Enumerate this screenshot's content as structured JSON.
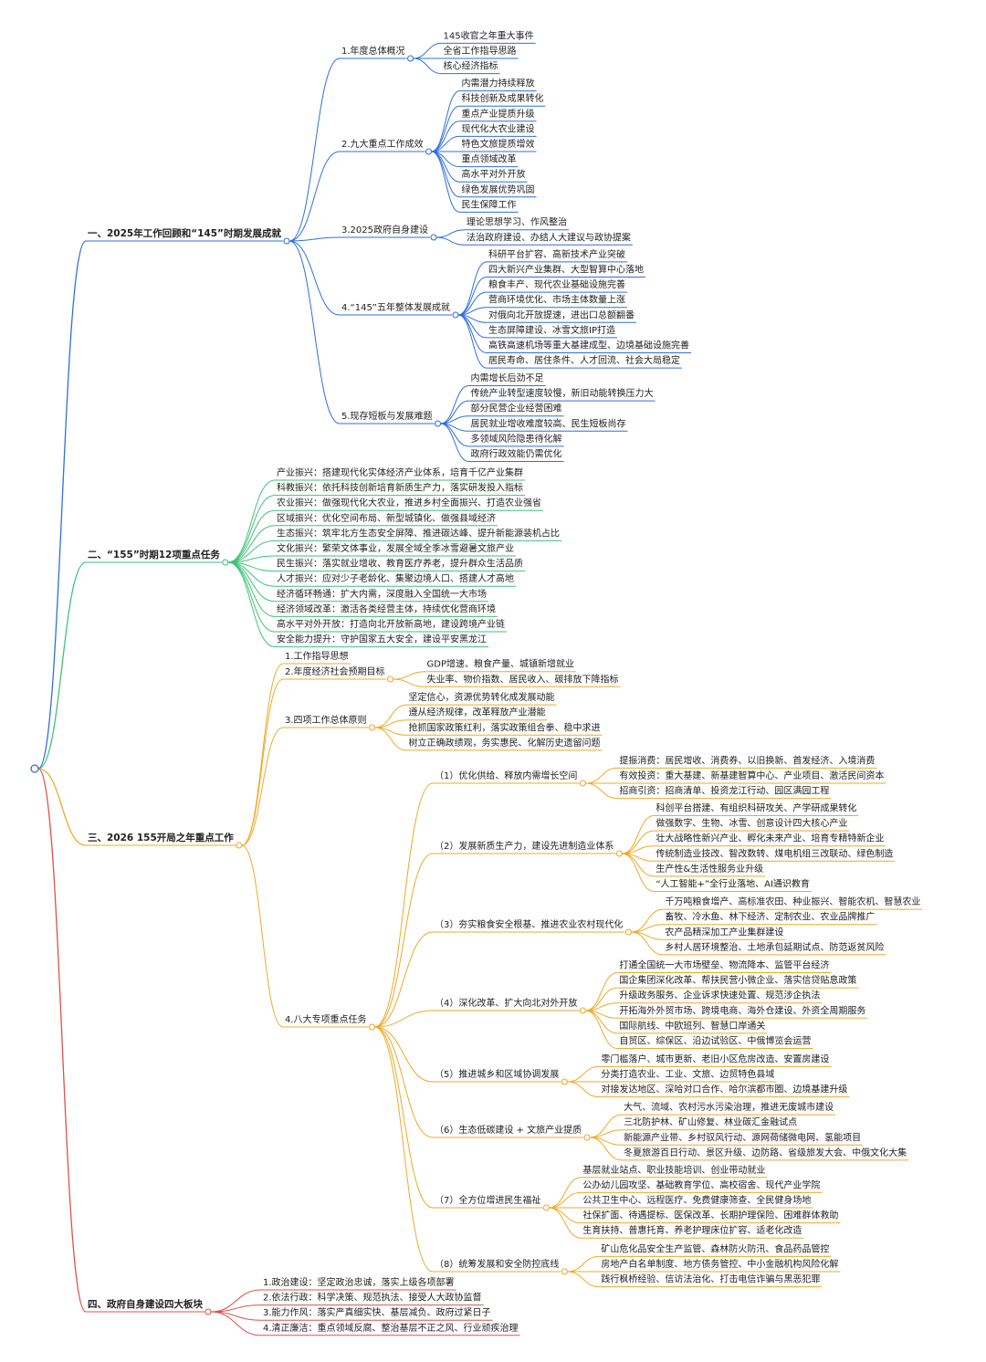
{
  "colors": {
    "branch_1": "#2f6fe0",
    "branch_2": "#3fc27a",
    "branch_3": "#f0a928",
    "branch_4": "#e0504a"
  },
  "sections": [
    {
      "label": "一、2025年工作回顾和“145”时期发展成就",
      "children": [
        {
          "label": "1.年度总体概况",
          "children": [
            "145收官之年重大事件",
            "全省工作指导思路",
            "核心经济指标"
          ]
        },
        {
          "label": "2.九大重点工作成效",
          "children": [
            "内需潜力持续释放",
            "科技创新及成果转化",
            "重点产业提质升级",
            "现代化大农业建设",
            "特色文旅提质增效",
            "重点领域改革",
            "高水平对外开放",
            "绿色发展优势巩固",
            "民生保障工作"
          ]
        },
        {
          "label": "3.2025政府自身建设",
          "children": [
            "理论思想学习、作风整治",
            "法治政府建设、办结人大建议与政协提案"
          ]
        },
        {
          "label": "4.“145”五年整体发展成就",
          "children": [
            "科研平台扩容、高新技术产业突破",
            "四大新兴产业集群、大型智算中心落地",
            "粮食丰产、现代农业基础设施完善",
            "营商环境优化、市场主体数量上涨",
            "对俄向北开放提速，进出口总额翻番",
            "生态屏障建设、冰雪文旅IP打造",
            "高铁高速机场等重大基建成型、边境基础设施完善",
            "居民寿命、居住条件、人才回流、社会大局稳定"
          ]
        },
        {
          "label": "5.现存短板与发展难题",
          "children": [
            "内需增长后劲不足",
            "传统产业转型速度较慢，新旧动能转换压力大",
            "部分民营企业经营困难",
            "居民就业增收难度较高、民生短板尚存",
            "多领域风险隐患待化解",
            "政府行政效能仍需优化"
          ]
        }
      ]
    },
    {
      "label": "二、“155”时期12项重点任务",
      "children": [
        {
          "label": "产业振兴：搭建现代化实体经济产业体系，培育千亿产业集群"
        },
        {
          "label": "科教振兴：依托科技创新培育新质生产力，落实研发投入指标"
        },
        {
          "label": "农业振兴：做强现代化大农业，推进乡村全面振兴、打造农业强省"
        },
        {
          "label": "区域振兴：优化空间布局、新型城镇化、做强县域经济"
        },
        {
          "label": "生态振兴：筑牢北方生态安全屏障、推进碳达峰、提升新能源装机占比"
        },
        {
          "label": "文化振兴：繁荣文体事业，发展全域全季冰雪避暑文旅产业"
        },
        {
          "label": "民生振兴：落实就业增收、教育医疗养老，提升群众生活品质"
        },
        {
          "label": "人才振兴：应对少子老龄化、集聚边境人口、搭建人才高地"
        },
        {
          "label": "经济循环畅通：扩大内需，深度融入全国统一大市场"
        },
        {
          "label": "经济领域改革：激活各类经营主体，持续优化营商环境"
        },
        {
          "label": "高水平对外开放：打造向北开放新高地，建设跨境产业链"
        },
        {
          "label": "安全能力提升：守护国家五大安全，建设平安黑龙江"
        }
      ]
    },
    {
      "label": "三、2026 155开局之年重点工作",
      "children": [
        {
          "label": "1.工作指导思想"
        },
        {
          "label": "2.年度经济社会预期目标",
          "children": [
            "GDP增速、粮食产量、城镇新增就业",
            "失业率、物价指数、居民收入、碳排放下降指标"
          ]
        },
        {
          "label": "3.四项工作总体原则",
          "children": [
            "坚定信心，资源优势转化成发展动能",
            "遵从经济规律，改革释放产业潜能",
            "抢抓国家政策红利，落实政策组合拳、稳中求进",
            "树立正确政绩观，务实惠民、化解历史遗留问题"
          ]
        },
        {
          "label": "4.八大专项重点任务",
          "children": [
            {
              "label": "（1）优化供给、释放内需增长空间",
              "children": [
                "提振消费：居民增收、消费券、以旧换新、首发经济、入境消费",
                "有效投资：重大基建、新基建智算中心、产业项目、激活民间资本",
                "招商引资：招商清单、投资龙江行动、园区满园工程"
              ]
            },
            {
              "label": "（2）发展新质生产力，建设先进制造业体系",
              "children": [
                "科创平台搭建、有组织科研攻关、产学研成果转化",
                "做强数字、生物、冰雪、创意设计四大核心产业",
                "壮大战略性新兴产业、孵化未来产业、培育专精特新企业",
                "传统制造业技改、智改数转、煤电机组三改联动、绿色制造",
                "生产性&生活性服务业升级",
                "“人工智能+”全行业落地、AI通识教育"
              ]
            },
            {
              "label": "（3）夯实粮食安全根基、推进农业农村现代化",
              "children": [
                "千万吨粮食增产、高标准农田、种业振兴、智能农机、智慧农业",
                "畜牧、冷水鱼、林下经济、定制农业、农业品牌推广",
                "农产品精深加工产业集群建设",
                "乡村人居环境整治、土地承包延期试点、防范返贫风险"
              ]
            },
            {
              "label": "（4）深化改革、扩大向北对外开放",
              "children": [
                "打通全国统一大市场壁垒、物流降本、监管平台经济",
                "国企集团深化改革、帮扶民营小微企业、落实信贷贴息政策",
                "升级政务服务、企业诉求快速处置、规范涉企执法",
                "开拓海外外贸市场、跨境电商、海外仓建设、外资全周期服务",
                "国际航线、中欧班列、智慧口岸通关",
                "自贸区、综保区、沿边试验区、中俄博览会运营"
              ]
            },
            {
              "label": "（5）推进城乡和区域协调发展",
              "children": [
                "零门槛落户、城市更新、老旧小区危房改造、安置房建设",
                "分类打造农业、工业、文旅、边贸特色县域",
                "对接发达地区、深哈对口合作、哈尔滨都市圈、边境基建升级"
              ]
            },
            {
              "label": "（6）生态低碳建设 + 文旅产业提质",
              "children": [
                "大气、流域、农村污水污染治理，推进无废城市建设",
                "三北防护林、矿山修复、林业碳汇金融试点",
                "新能源产业带、乡村驭风行动、源网荷储微电网、氢能项目",
                "冬夏旅游百日行动、景区升级、边防路、省级旅发大会、中俄文化大集"
              ]
            },
            {
              "label": "（7）全方位增进民生福祉",
              "children": [
                "基层就业站点、职业技能培训、创业带动就业",
                "公办幼儿园攻坚、基础教育学位、高校宿舍、现代产业学院",
                "公共卫生中心、远程医疗、免费健康筛查、全民健身场地",
                "社保扩面、待遇提标、医保改革、长期护理保险、困难群体救助",
                "生育扶持、普惠托育、养老护理床位扩容、适老化改造"
              ]
            },
            {
              "label": "（8）统筹发展和安全防控底线",
              "children": [
                "矿山危化品安全生产监管、森林防火防汛、食品药品管控",
                "房地产白名单制度、地方债务管控、中小金融机构风险化解",
                "践行枫桥经验、信访法治化、打击电信诈骗与黑恶犯罪"
              ]
            }
          ]
        }
      ]
    },
    {
      "label": "四、政府自身建设四大板块",
      "children": [
        {
          "label": "1.政治建设：坚定政治忠诚，落实上级各项部署"
        },
        {
          "label": "2.依法行政：科学决策、规范执法、接受人大政协监督"
        },
        {
          "label": "3.能力作风：落实严真细实快、基层减负、政府过紧日子"
        },
        {
          "label": "4.清正廉洁：重点领域反腐、整治基层不正之风、行业顽疾治理"
        }
      ]
    }
  ]
}
